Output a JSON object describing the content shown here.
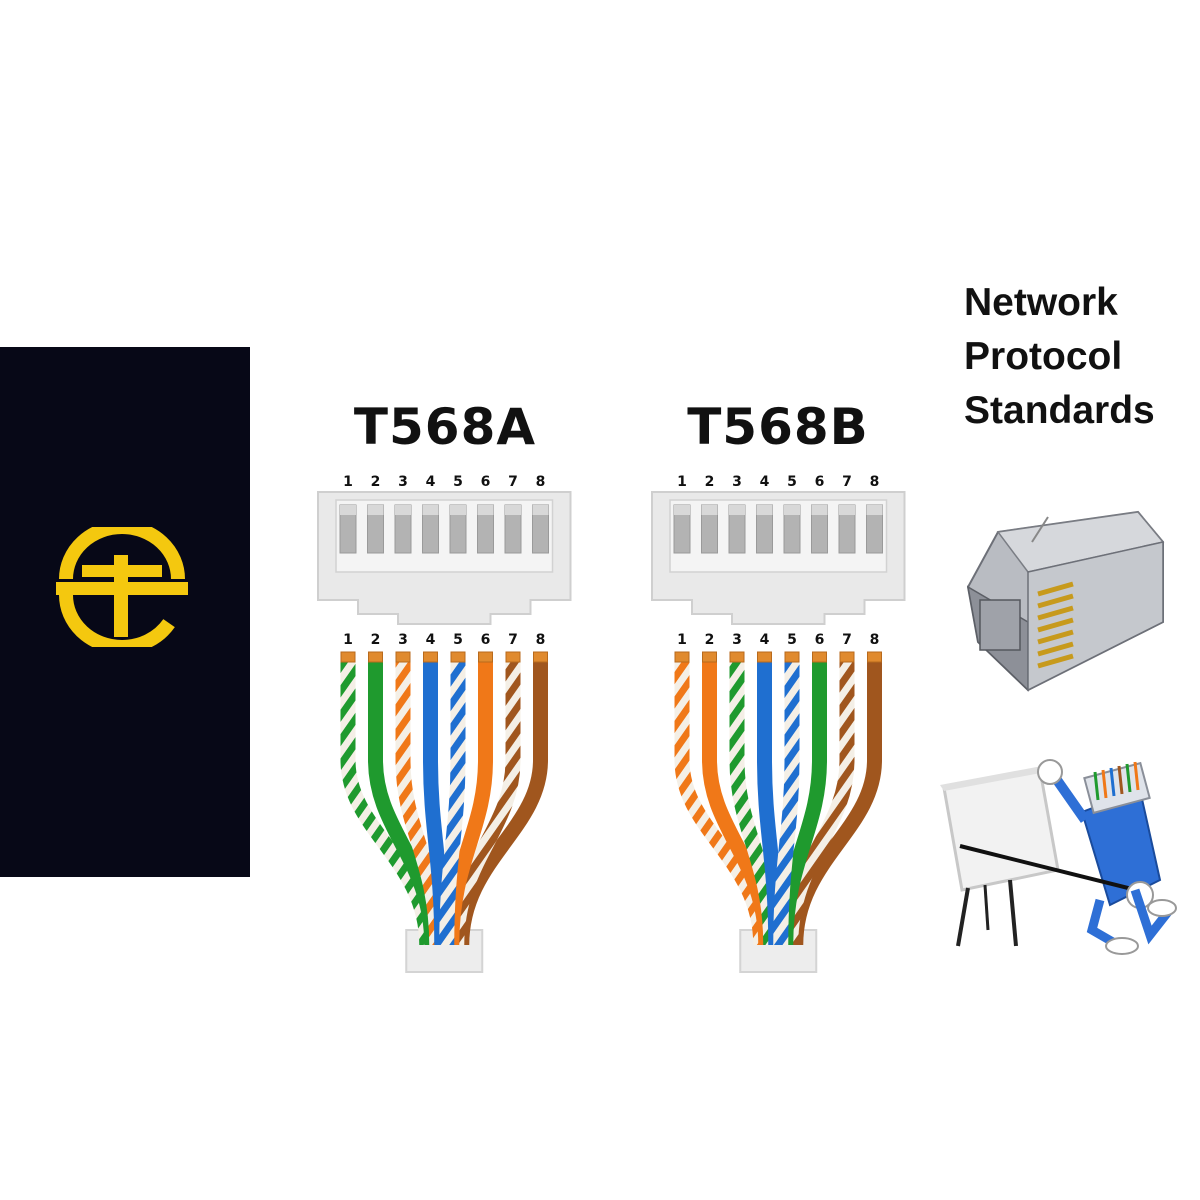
{
  "headline": [
    "Network",
    "Protocol",
    "Standards"
  ],
  "colors": {
    "green": "#1f9a2e",
    "orange": "#f07818",
    "blue": "#1f6fd0",
    "brown": "#a0561e",
    "logo_yellow": "#f4c80f",
    "panel": "#070817"
  },
  "standards": [
    {
      "title": "T568A",
      "pins": [
        "1",
        "2",
        "3",
        "4",
        "5",
        "6",
        "7",
        "8"
      ],
      "wires": [
        {
          "color": "green",
          "striped": true
        },
        {
          "color": "green",
          "striped": false
        },
        {
          "color": "orange",
          "striped": true
        },
        {
          "color": "blue",
          "striped": false
        },
        {
          "color": "blue",
          "striped": true
        },
        {
          "color": "orange",
          "striped": false
        },
        {
          "color": "brown",
          "striped": true
        },
        {
          "color": "brown",
          "striped": false
        }
      ]
    },
    {
      "title": "T568B",
      "pins": [
        "1",
        "2",
        "3",
        "4",
        "5",
        "6",
        "7",
        "8"
      ],
      "wires": [
        {
          "color": "orange",
          "striped": true
        },
        {
          "color": "orange",
          "striped": false
        },
        {
          "color": "green",
          "striped": true
        },
        {
          "color": "blue",
          "striped": false
        },
        {
          "color": "blue",
          "striped": true
        },
        {
          "color": "green",
          "striped": false
        },
        {
          "color": "brown",
          "striped": true
        },
        {
          "color": "brown",
          "striped": false
        }
      ]
    }
  ],
  "icons": [
    "logo-icon",
    "rj45-plug-icon",
    "connector-mascot-icon"
  ]
}
